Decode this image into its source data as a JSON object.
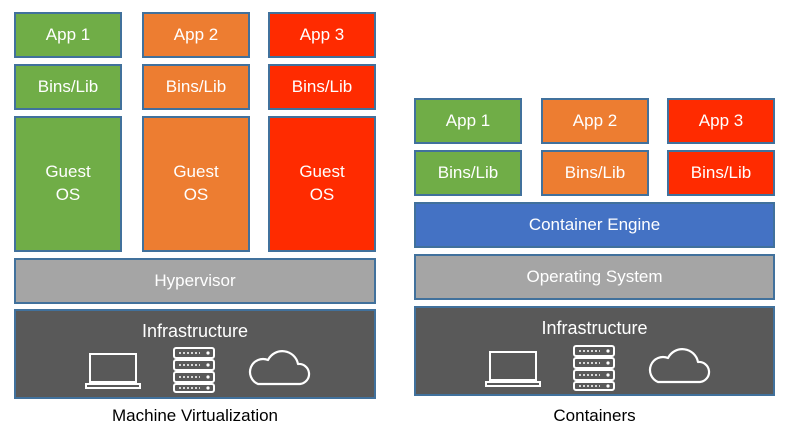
{
  "machine_virtualization": {
    "caption": "Machine Virtualization",
    "apps": [
      "App 1",
      "App 2",
      "App 3"
    ],
    "bins": [
      "Bins/Lib",
      "Bins/Lib",
      "Bins/Lib"
    ],
    "guest_os": [
      "Guest\nOS",
      "Guest\nOS",
      "Guest\nOS"
    ],
    "hypervisor": "Hypervisor",
    "infrastructure": "Infrastructure"
  },
  "containers": {
    "caption": "Containers",
    "apps": [
      "App 1",
      "App 2",
      "App 3"
    ],
    "bins": [
      "Bins/Lib",
      "Bins/Lib",
      "Bins/Lib"
    ],
    "container_engine": "Container Engine",
    "operating_system": "Operating System",
    "infrastructure": "Infrastructure"
  },
  "colors": {
    "green": "#70ad47",
    "orange": "#ed7d31",
    "red": "#ff2b00",
    "gray": "#a5a5a5",
    "blue": "#4472c4",
    "dark": "#595959",
    "border": "#41719c"
  },
  "icons": [
    "laptop-icon",
    "server-icon",
    "cloud-icon"
  ]
}
